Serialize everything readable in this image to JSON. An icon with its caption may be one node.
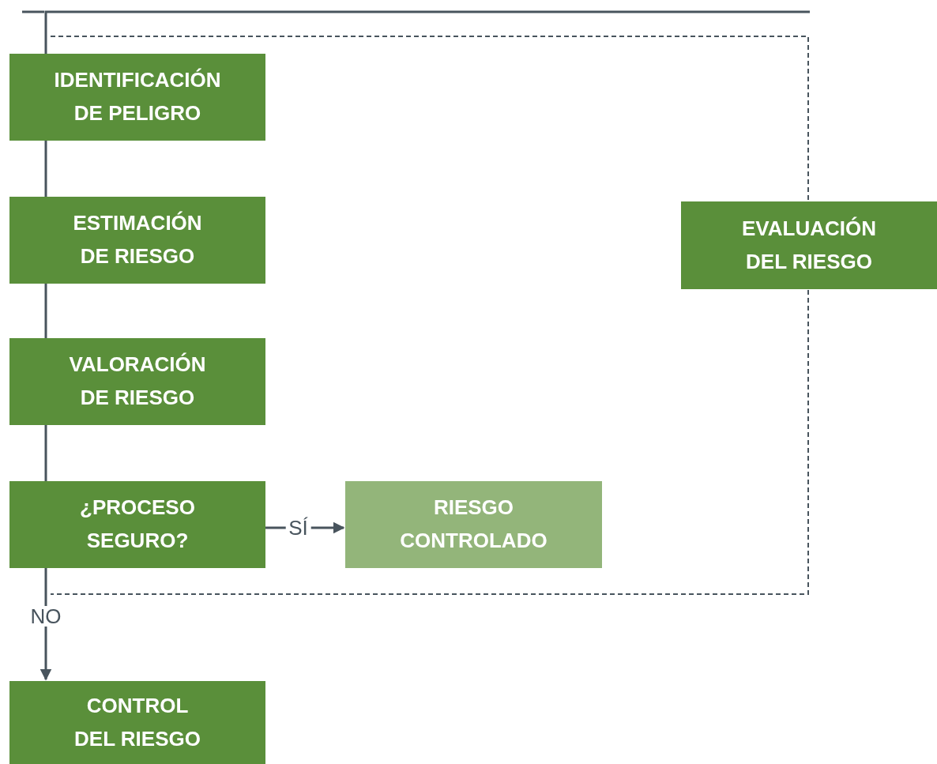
{
  "diagram": {
    "nodes": [
      {
        "text": [
          "IDENTIFICACIÓN DE PELIGRO"
        ]
      },
      {
        "text": [
          "ESTIMACIÓN DE RIESGO"
        ]
      },
      {
        "text": [
          "VALORACIÓN DE RIESGO"
        ]
      },
      {
        "text": [
          "¿PROCESO SEGURO?"
        ]
      },
      {
        "text": [
          "RIESGO CONTROLADO"
        ]
      },
      {
        "text": [
          "CONTROL DEL RIESGO"
        ]
      },
      {
        "text": [
          "EVALUACIÓN DEL RIESGO"
        ]
      }
    ],
    "edges": [
      {
        "from": null,
        "to": 0,
        "arrow": "none"
      },
      {
        "from": 0,
        "to": 1,
        "arrow": "none"
      },
      {
        "from": 1,
        "to": 2,
        "arrow": "none"
      },
      {
        "from": 2,
        "to": 3,
        "arrow": "none"
      },
      {
        "from": 3,
        "to": 4,
        "arrow": "to",
        "label": "SÍ"
      },
      {
        "from": 3,
        "to": 5,
        "arrow": "to",
        "label": "NO"
      }
    ]
  }
}
